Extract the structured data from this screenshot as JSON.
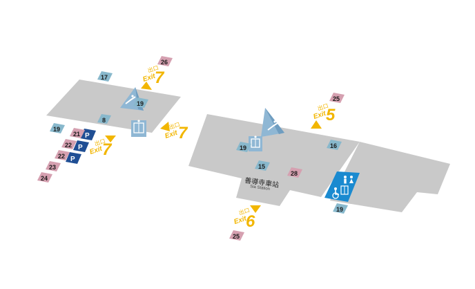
{
  "colors": {
    "floor": "#c9c9c9",
    "pink_tag": "#d5a0b0",
    "blue_tag": "#88b8cc",
    "exit_yellow": "#f2b600",
    "parking_blue": "#1f4e94",
    "toilet_blue": "#1a8ad0",
    "icon_blue": "#8fb7d4"
  },
  "exits": {
    "exit7_top": {
      "cn": "出口",
      "en": "Exit",
      "num": "7"
    },
    "exit7_right": {
      "cn": "出口",
      "en": "Exit",
      "num": "7"
    },
    "exit7_lower": {
      "cn": "出口",
      "en": "Exit",
      "num": "7"
    },
    "exit5": {
      "cn": "出口",
      "en": "Exit",
      "num": "5"
    },
    "exit6": {
      "cn": "出口",
      "en": "Exit",
      "num": "6"
    }
  },
  "tags": {
    "t26": "26",
    "t17": "17",
    "t19a": "19",
    "t8": "8",
    "t19b": "19",
    "t21": "21",
    "t22a": "22",
    "t22b": "22",
    "t23": "23",
    "t24": "24",
    "t25a": "25",
    "t16": "16",
    "t19c": "19",
    "t15": "15",
    "t28": "28",
    "t19d": "19",
    "t25b": "25"
  },
  "parking": [
    "P",
    "P",
    "P"
  ],
  "station": {
    "name_cn": "善導寺車站",
    "name_en": "Sia Station"
  },
  "icons": [
    "escalator-icon",
    "elevator-icon",
    "toilet-icon",
    "accessible-icon",
    "parking-icon"
  ]
}
